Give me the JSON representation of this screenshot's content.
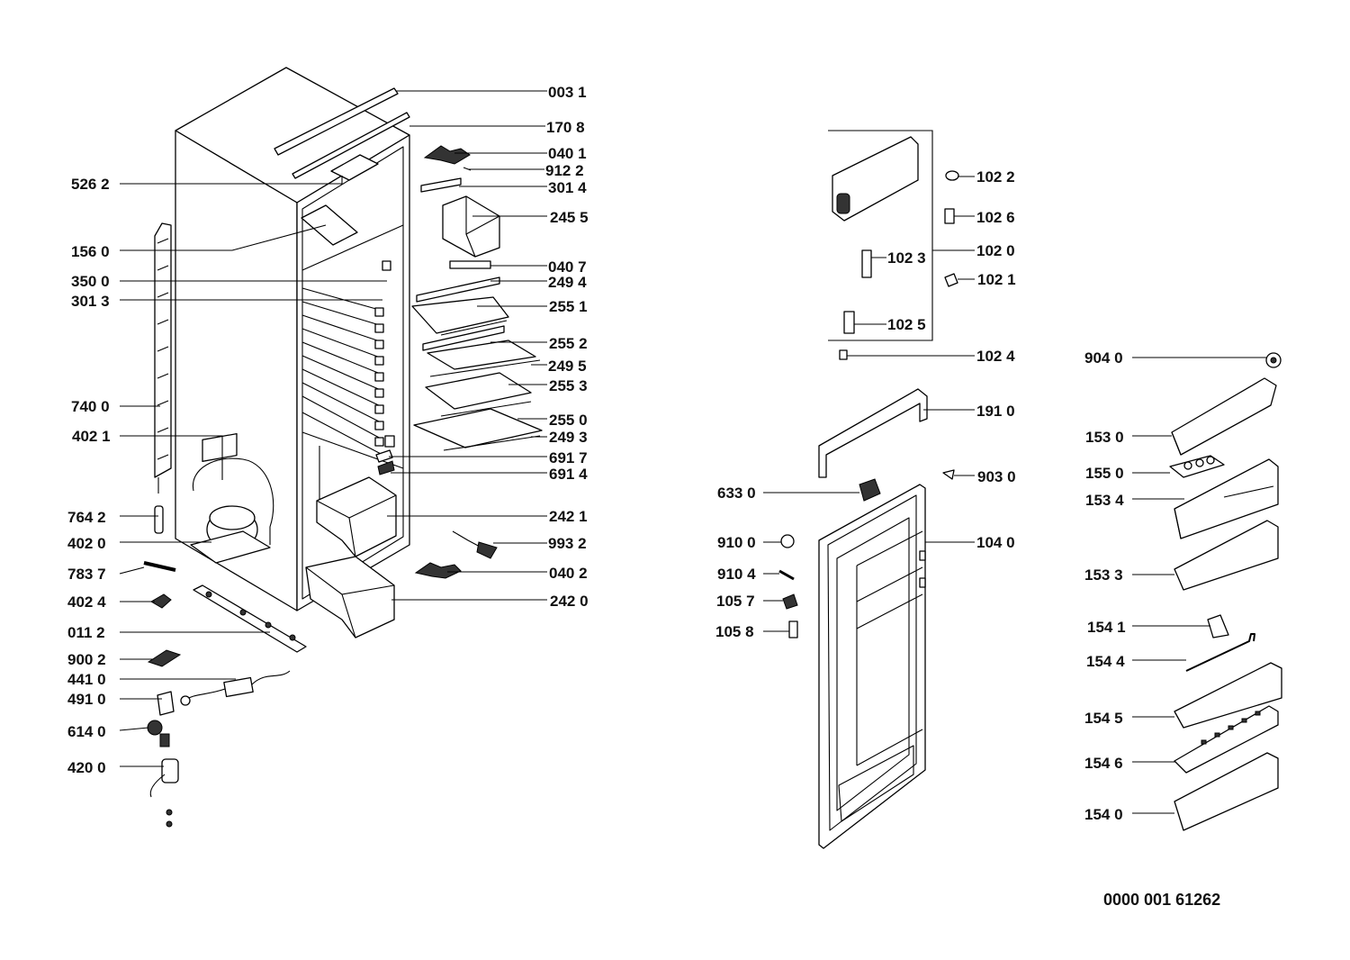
{
  "drawing_number": "0000 001 61262",
  "part_labels": {
    "p0031": "003 1",
    "p1708": "170 8",
    "p0401": "040 1",
    "p9122": "912 2",
    "p3014": "301 4",
    "p2455": "245 5",
    "p0407": "040 7",
    "p2494": "249 4",
    "p2551": "255 1",
    "p2552": "255 2",
    "p2495": "249 5",
    "p2553": "255 3",
    "p2550": "255 0",
    "p2493": "249 3",
    "p6917": "691 7",
    "p6914": "691 4",
    "p2421": "242 1",
    "p9932": "993 2",
    "p0402": "040 2",
    "p2420": "242 0",
    "p5262": "526 2",
    "p1560": "156 0",
    "p3500": "350 0",
    "p3013": "301 3",
    "p7400": "740 0",
    "p4021": "402 1",
    "p7642": "764 2",
    "p4020": "402 0",
    "p7837": "783 7",
    "p4024": "402 4",
    "p0112": "011 2",
    "p9002": "900 2",
    "p4410": "441 0",
    "p4910": "491 0",
    "p6140": "614 0",
    "p4200": "420 0",
    "p1022": "102 2",
    "p1026": "102 6",
    "p1020": "102 0",
    "p1023": "102 3",
    "p1021": "102 1",
    "p1025": "102 5",
    "p1024": "102 4",
    "p1910": "191 0",
    "p9030": "903 0",
    "p6330": "633 0",
    "p1040": "104 0",
    "p9100": "910 0",
    "p9104": "910 4",
    "p1057": "105 7",
    "p1058": "105 8",
    "p9040": "904 0",
    "p1530": "153 0",
    "p1550": "155 0",
    "p1534": "153 4",
    "p1533": "153 3",
    "p1541": "154 1",
    "p1544": "154 4",
    "p1545": "154 5",
    "p1546": "154 6",
    "p1540": "154 0"
  }
}
